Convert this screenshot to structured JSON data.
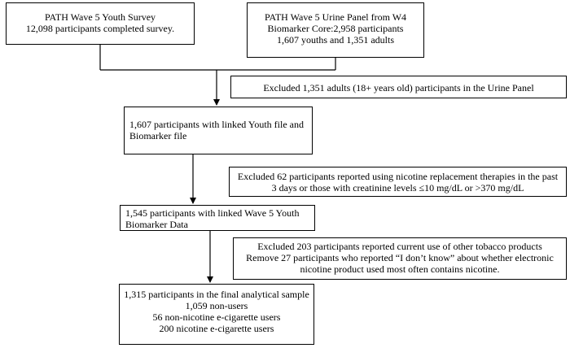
{
  "boxes": {
    "youth_survey": {
      "lines": [
        "PATH Wave 5 Youth Survey",
        "12,098 participants completed survey."
      ]
    },
    "urine_panel": {
      "lines": [
        "PATH Wave 5 Urine Panel from W4",
        "Biomarker Core:2,958 participants",
        "1,607 youths and 1,351 adults"
      ]
    },
    "exclude_adults": {
      "lines": [
        "Excluded 1,351 adults (18+ years old) participants in the Urine Panel"
      ]
    },
    "linked_1607": {
      "lines": [
        "1,607 participants with linked Youth file and",
        "Biomarker file"
      ]
    },
    "exclude_62": {
      "lines": [
        "Excluded 62 participants reported  using nicotine replacement therapies in the past",
        "3 days or those with creatinine levels ≤10 mg/dL or >370 mg/dL"
      ]
    },
    "linked_1545": {
      "lines": [
        "1,545 participants with linked Wave 5 Youth",
        "Biomarker Data"
      ]
    },
    "exclude_203": {
      "lines": [
        "Excluded 203 participants reported current use of other tobacco products",
        "Remove 27 participants who reported “I don’t know” about whether electronic",
        "nicotine product used most often contains nicotine."
      ]
    },
    "final_sample": {
      "lines": [
        "1,315 participants in the final analytical sample",
        "1,059 non-users",
        "56 non-nicotine e-cigarette users",
        "200 nicotine e-cigarette users"
      ]
    }
  }
}
